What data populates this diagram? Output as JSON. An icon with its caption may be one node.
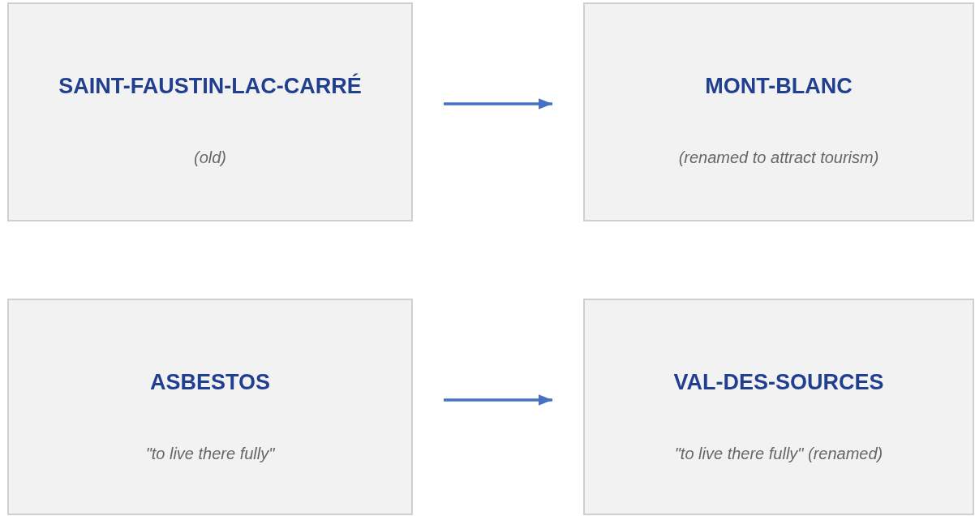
{
  "diagram": {
    "nodes": [
      {
        "text": [
          "SAINT-FAUSTIN-LAC-CARRÉ",
          "(old)"
        ]
      },
      {
        "text": [
          "MONT-BLANC",
          "(renamed to attract tourism)"
        ]
      },
      {
        "text": [
          "ASBESTOS",
          "\"to live there fully\""
        ]
      },
      {
        "text": [
          "VAL-DES-SOURCES",
          "\"to live there fully\" (renamed)"
        ]
      }
    ],
    "edges": [
      {
        "from": 0,
        "to": 1,
        "arrow": "to"
      },
      {
        "from": 2,
        "to": 3,
        "arrow": "to"
      }
    ]
  }
}
